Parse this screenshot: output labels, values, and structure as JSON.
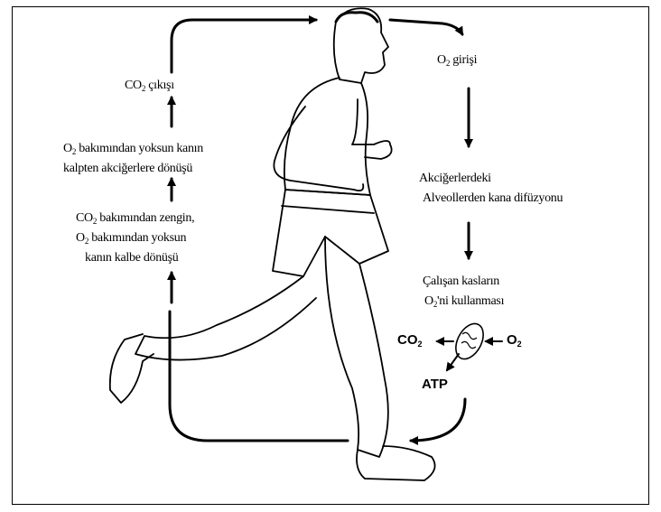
{
  "labels": {
    "co2_exit": {
      "pre": "CO",
      "sub": "2",
      "post": " çıkışı"
    },
    "o2_poor_return": {
      "pre": "O",
      "sub": "2",
      "post": " bakımından yoksun kanın",
      "line2": "kalpten akciğerlere dönüşü"
    },
    "co2_rich_return": {
      "pre": "CO",
      "sub": "2",
      "post": " bakımından zengin,",
      "line2_pre": "O",
      "line2_sub": "2",
      "line2_post": " bakımından yoksun",
      "line3": "kanın kalbe dönüşü"
    },
    "o2_entry": {
      "pre": "O",
      "sub": "2",
      "post": " girişi"
    },
    "alveolar_diffusion": {
      "line1": "Akciğerlerdeki",
      "line2": "Alveollerden kana difüzyonu"
    },
    "muscle_usage": {
      "line1": "Çalışan kasların",
      "line2_pre": "O",
      "line2_sub": "2",
      "line2_post": "'ni kullanması"
    },
    "mito_co2": {
      "pre": "CO",
      "sub": "2"
    },
    "mito_o2": {
      "pre": "O",
      "sub": "2"
    },
    "atp": "ATP"
  }
}
